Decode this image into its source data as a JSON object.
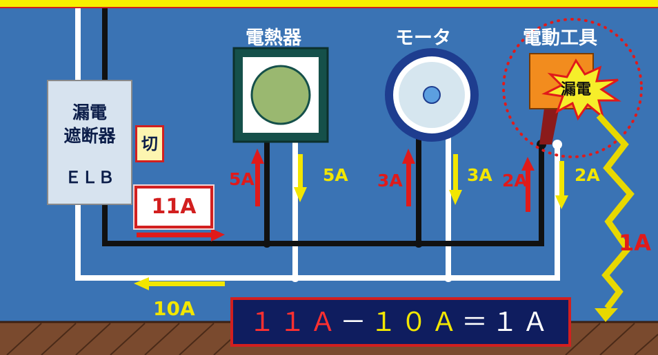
{
  "title": {
    "visible_text": ""
  },
  "devices": {
    "heater": {
      "label": "電熱器"
    },
    "motor": {
      "label": "モータ"
    },
    "tool": {
      "label": "電動工具",
      "leak_label": "漏電"
    }
  },
  "breaker": {
    "line1": "漏電",
    "line2": "遮断器",
    "line3": "ＥＬＢ",
    "state": "切"
  },
  "currents": {
    "in_total": "11A",
    "out_total": "10A",
    "heater_in": "5A",
    "heater_out": "5A",
    "motor_in": "3A",
    "motor_out": "3A",
    "tool_in": "2A",
    "tool_out": "2A",
    "leak": "1A"
  },
  "formula": {
    "a": "１１Ａ",
    "minus": "－",
    "b": "１０Ａ",
    "eq": "＝",
    "c": "１Ａ"
  },
  "colors": {
    "background": "#3a73b4",
    "live": "#111111",
    "neutral": "#ffffff",
    "red": "#e01a1a",
    "yellow": "#f2e600",
    "floor": "#7a4a2e"
  }
}
